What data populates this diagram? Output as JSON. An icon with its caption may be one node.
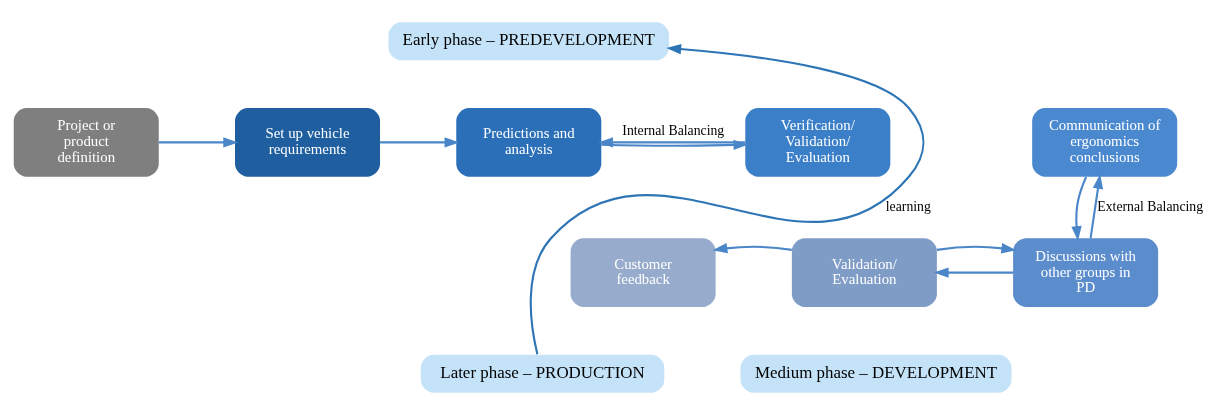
{
  "diagram": {
    "nodes": [
      {
        "text": [
          "Project or product definition"
        ]
      },
      {
        "text": [
          "Early phase – PREDEVELOPMENT"
        ]
      },
      {
        "text": [
          "Set up vehicle requirements"
        ]
      },
      {
        "text": [
          "Predictions and analysis"
        ]
      },
      {
        "text": [
          "Verification/ Validation/ Evaluation"
        ]
      },
      {
        "text": [
          "Communication of ergonomics conclusions"
        ]
      },
      {
        "text": [
          "Customer feedback"
        ]
      },
      {
        "text": [
          "Validation/ Evaluation"
        ]
      },
      {
        "text": [
          "Discussions with other groups in PD"
        ]
      },
      {
        "text": [
          "Later phase – PRODUCTION"
        ]
      },
      {
        "text": [
          "Medium phase – DEVELOPMENT"
        ]
      }
    ],
    "edges": [
      {
        "from": 0,
        "to": 2,
        "arrow": "to"
      },
      {
        "from": 2,
        "to": 3,
        "arrow": "to"
      },
      {
        "from": 3,
        "to": 4,
        "arrow": "to"
      },
      {
        "from": 4,
        "to": 3,
        "arrow": "to",
        "label": "Internal Balancing"
      },
      {
        "from": 5,
        "to": 8,
        "arrow": "to"
      },
      {
        "from": 8,
        "to": 5,
        "arrow": "to",
        "label": "External Balancing"
      },
      {
        "from": 8,
        "to": 7,
        "arrow": "to"
      },
      {
        "from": 7,
        "to": 8,
        "arrow": "to"
      },
      {
        "from": 7,
        "to": 6,
        "arrow": "to"
      },
      {
        "from": 9,
        "to": 1,
        "arrow": "to",
        "label": "learning",
        "color": "#2e75b6"
      }
    ]
  }
}
